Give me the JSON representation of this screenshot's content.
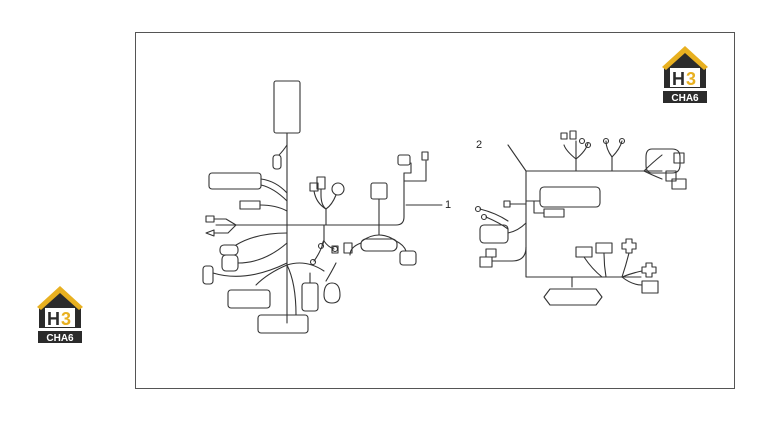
{
  "diagram": {
    "callouts": [
      {
        "id": "1",
        "label": "1"
      },
      {
        "id": "2",
        "label": "2"
      }
    ]
  },
  "logos": [
    {
      "letters": "H3",
      "wordmark": "CHA6"
    },
    {
      "letters": "H3",
      "wordmark": "CHA6"
    }
  ],
  "colors": {
    "logo_gold": "#e8b020",
    "logo_dark": "#2b2b2b",
    "line": "#333333"
  }
}
